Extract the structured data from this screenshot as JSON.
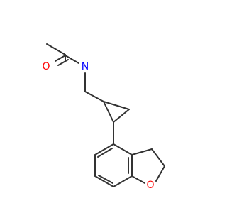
{
  "structure": {
    "atoms": {
      "O_carbonyl": {
        "symbol": "O",
        "color": "#ff0000"
      },
      "N_amide": {
        "symbol": "N",
        "color": "#0000ff"
      },
      "O_furan": {
        "symbol": "O",
        "color": "#ff0000"
      }
    }
  }
}
